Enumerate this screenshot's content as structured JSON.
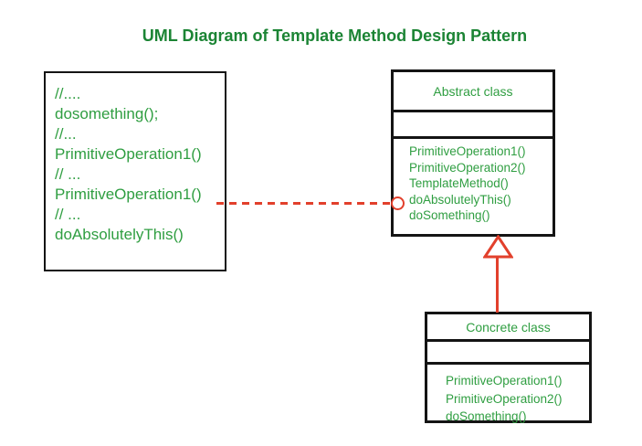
{
  "title": "UML Diagram of Template Method Design Pattern",
  "colors": {
    "green_title": "#1b8434",
    "green_text": "#2f9e41",
    "red": "#e2402c",
    "ink": "#141414"
  },
  "client_code": {
    "lines": [
      "//....",
      "dosomething();",
      "//...",
      "PrimitiveOperation1()",
      "// ...",
      "PrimitiveOperation1()",
      "// ...",
      "doAbsolutelyThis()"
    ]
  },
  "abstract_class": {
    "name": "Abstract class",
    "attributes": [],
    "methods": [
      "PrimitiveOperation1()",
      "PrimitiveOperation2()",
      "TemplateMethod()",
      "doAbsolutelyThis()",
      "doSomething()"
    ]
  },
  "concrete_class": {
    "name": "Concrete class",
    "attributes": [],
    "methods": [
      "PrimitiveOperation1()",
      "PrimitiveOperation2()",
      "doSomething()"
    ]
  },
  "connectors": {
    "dependency": {
      "style": "dashed",
      "color": "#e2402c",
      "endpoint": "circle"
    },
    "inheritance": {
      "style": "solid",
      "color": "#e2402c",
      "endpoint": "hollow-triangle-up"
    }
  }
}
